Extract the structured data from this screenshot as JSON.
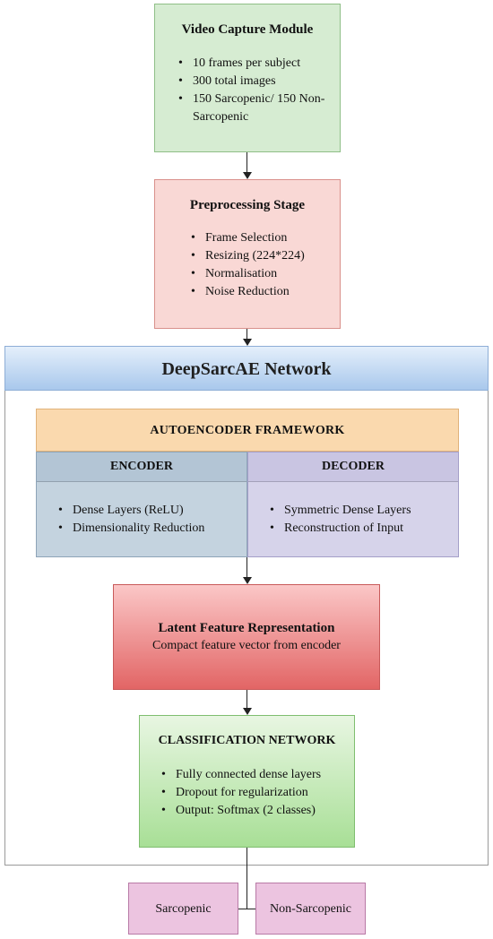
{
  "video_capture": {
    "title": "Video Capture Module",
    "items": [
      "10 frames per subject",
      "300 total images",
      "150 Sarcopenic/ 150 Non-Sarcopenic"
    ]
  },
  "preprocessing": {
    "title": "Preprocessing Stage",
    "items": [
      "Frame Selection",
      "Resizing (224*224)",
      "Normalisation",
      "Noise Reduction"
    ]
  },
  "network": {
    "title": "DeepSarcAE Network",
    "autoencoder": {
      "title": "AUTOENCODER FRAMEWORK",
      "encoder": {
        "title": "ENCODER",
        "items": [
          "Dense Layers (ReLU)",
          "Dimensionality Reduction"
        ]
      },
      "decoder": {
        "title": "DECODER",
        "items": [
          "Symmetric Dense Layers",
          "Reconstruction of Input"
        ]
      }
    },
    "latent": {
      "title": "Latent Feature Representation",
      "subtitle": "Compact feature vector from encoder"
    },
    "classification": {
      "title": "CLASSIFICATION NETWORK",
      "items": [
        "Fully connected dense layers",
        "Dropout for regularization",
        "Output: Softmax (2 classes)"
      ]
    }
  },
  "outputs": {
    "sarcopenic": "Sarcopenic",
    "non_sarcopenic": "Non-Sarcopenic"
  }
}
